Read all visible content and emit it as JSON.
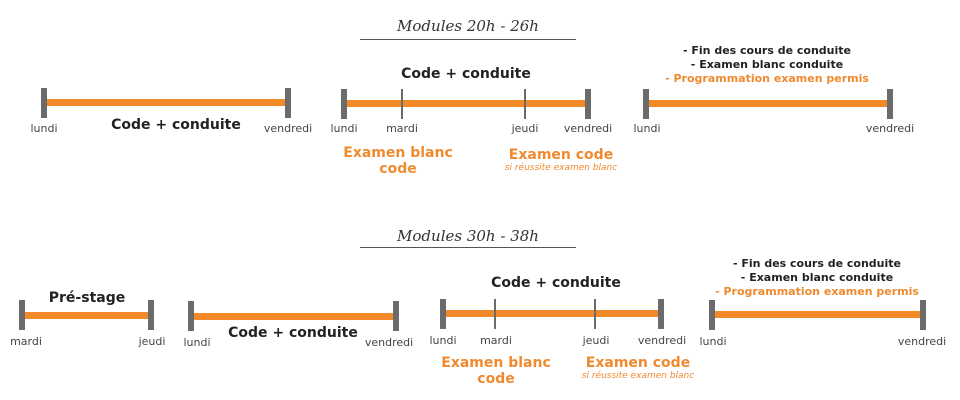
{
  "colors": {
    "bar": "#f28a2a",
    "cap": "#6b6b6b",
    "accent": "#ef8a2f",
    "text": "#222222"
  },
  "section1": {
    "title": "Modules 20h - 26h",
    "week1": {
      "label": "Code + conduite",
      "start": "lundi",
      "end": "vendredi"
    },
    "week2": {
      "label": "Code + conduite",
      "start": "lundi",
      "tick1": "mardi",
      "tick2": "jeudi",
      "end": "vendredi",
      "exam1_line1": "Examen blanc",
      "exam1_line2": "code",
      "exam2": "Examen code",
      "exam2_sub": "si réussite examen blanc"
    },
    "week3": {
      "start": "lundi",
      "end": "vendredi",
      "note1": "- Fin des cours de conduite",
      "note2": "- Examen blanc conduite",
      "note3": "- Programmation examen permis"
    }
  },
  "section2": {
    "title": "Modules 30h - 38h",
    "prestage": {
      "label": "Pré-stage",
      "start": "mardi",
      "end": "jeudi"
    },
    "week1": {
      "label": "Code + conduite",
      "start": "lundi",
      "end": "vendredi"
    },
    "week2": {
      "label": "Code + conduite",
      "start": "lundi",
      "tick1": "mardi",
      "tick2": "jeudi",
      "end": "vendredi",
      "exam1_line1": "Examen blanc",
      "exam1_line2": "code",
      "exam2": "Examen code",
      "exam2_sub": "si réussite examen blanc"
    },
    "week3": {
      "start": "lundi",
      "end": "vendredi",
      "note1": "- Fin des cours de conduite",
      "note2": "- Examen blanc conduite",
      "note3": "- Programmation examen permis"
    }
  }
}
